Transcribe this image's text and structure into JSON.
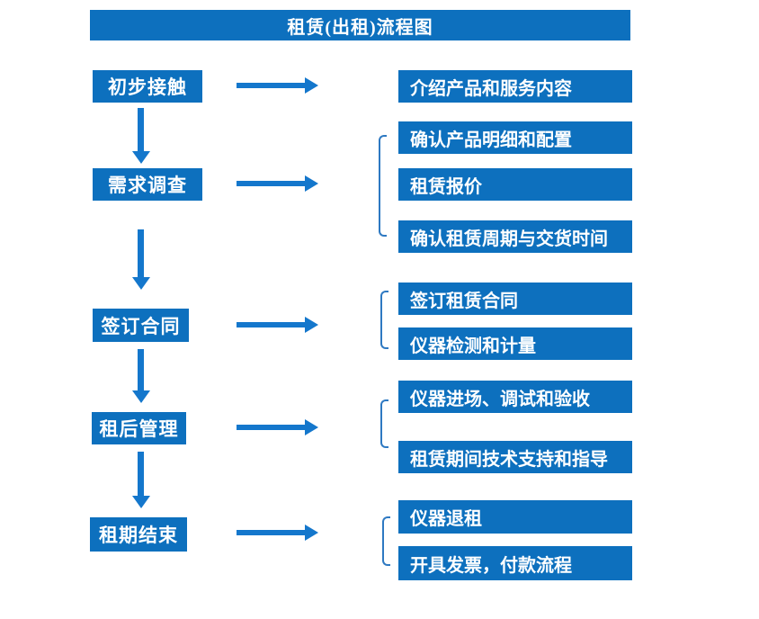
{
  "title": "租赁(出租)流程图",
  "colors": {
    "box_fill": "#0d70be",
    "arrow": "#1477cc",
    "bracket": "#2e79c2",
    "text": "#ffffff",
    "background": "#ffffff"
  },
  "stages": [
    {
      "label": "初步接触"
    },
    {
      "label": "需求调查"
    },
    {
      "label": "签订合同"
    },
    {
      "label": "租后管理"
    },
    {
      "label": "租期结束"
    }
  ],
  "details": [
    {
      "label": "介绍产品和服务内容"
    },
    {
      "label": "确认产品明细和配置"
    },
    {
      "label": "租赁报价"
    },
    {
      "label": "确认租赁周期与交货时间"
    },
    {
      "label": "签订租赁合同"
    },
    {
      "label": "仪器检测和计量"
    },
    {
      "label": "仪器进场、调试和验收"
    },
    {
      "label": "租赁期间技术支持和指导"
    },
    {
      "label": "仪器退租"
    },
    {
      "label": "开具发票，付款流程"
    }
  ],
  "connections": [
    {
      "from": "初步接触",
      "to": [
        "介绍产品和服务内容"
      ]
    },
    {
      "from": "需求调查",
      "to": [
        "确认产品明细和配置",
        "租赁报价",
        "确认租赁周期与交货时间"
      ]
    },
    {
      "from": "签订合同",
      "to": [
        "签订租赁合同",
        "仪器检测和计量"
      ]
    },
    {
      "from": "租后管理",
      "to": [
        "仪器进场、调试和验收",
        "租赁期间技术支持和指导"
      ]
    },
    {
      "from": "租期结束",
      "to": [
        "仪器退租",
        "开具发票，付款流程"
      ]
    }
  ]
}
